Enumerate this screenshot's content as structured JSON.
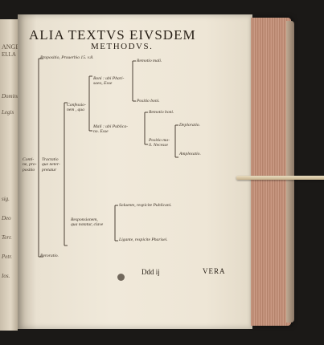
{
  "left_page_fragments": [
    "ANGE",
    "ELLA",
    "Domini",
    "Legis",
    "sig.",
    "Deo",
    "Terr.",
    "Petr.",
    "Ios."
  ],
  "title": {
    "line1": "ALIA TEXTVS EIVSDEM",
    "line2": "METHODVS."
  },
  "outline": {
    "top": "Propositio, Prouerbio 15. v.8.",
    "root": [
      "Conti-",
      "ne, pro-",
      "positio"
    ],
    "tractatio": [
      "Tractatio",
      "que neter-",
      "pretatur"
    ],
    "confessionem": [
      "Confessio-",
      "nem , qua"
    ],
    "boni": [
      "Boni : ubi Phari-",
      "saeo, Esse"
    ],
    "mali": [
      "Mali : ubi Publica-",
      "no. Esse"
    ],
    "remotio_mali": "Remotio mali.",
    "positio_boni": "Positio boni.",
    "remotio_boni": "Remotio boni.",
    "positio_mali": [
      "Positio ma-",
      "li. Necesse"
    ],
    "deploratio": "Deploratio.",
    "amplexatio": "Amplexatio.",
    "responsionem": [
      "Responsionem,",
      "qua notatur, clave"
    ],
    "soluente": "Soluente, respicite Publicani.",
    "ligante": "Ligante, respicite Pharisei.",
    "peroratio": "Peroratio."
  },
  "footer": {
    "signature": "Ddd ij",
    "catchword": "VERA"
  }
}
